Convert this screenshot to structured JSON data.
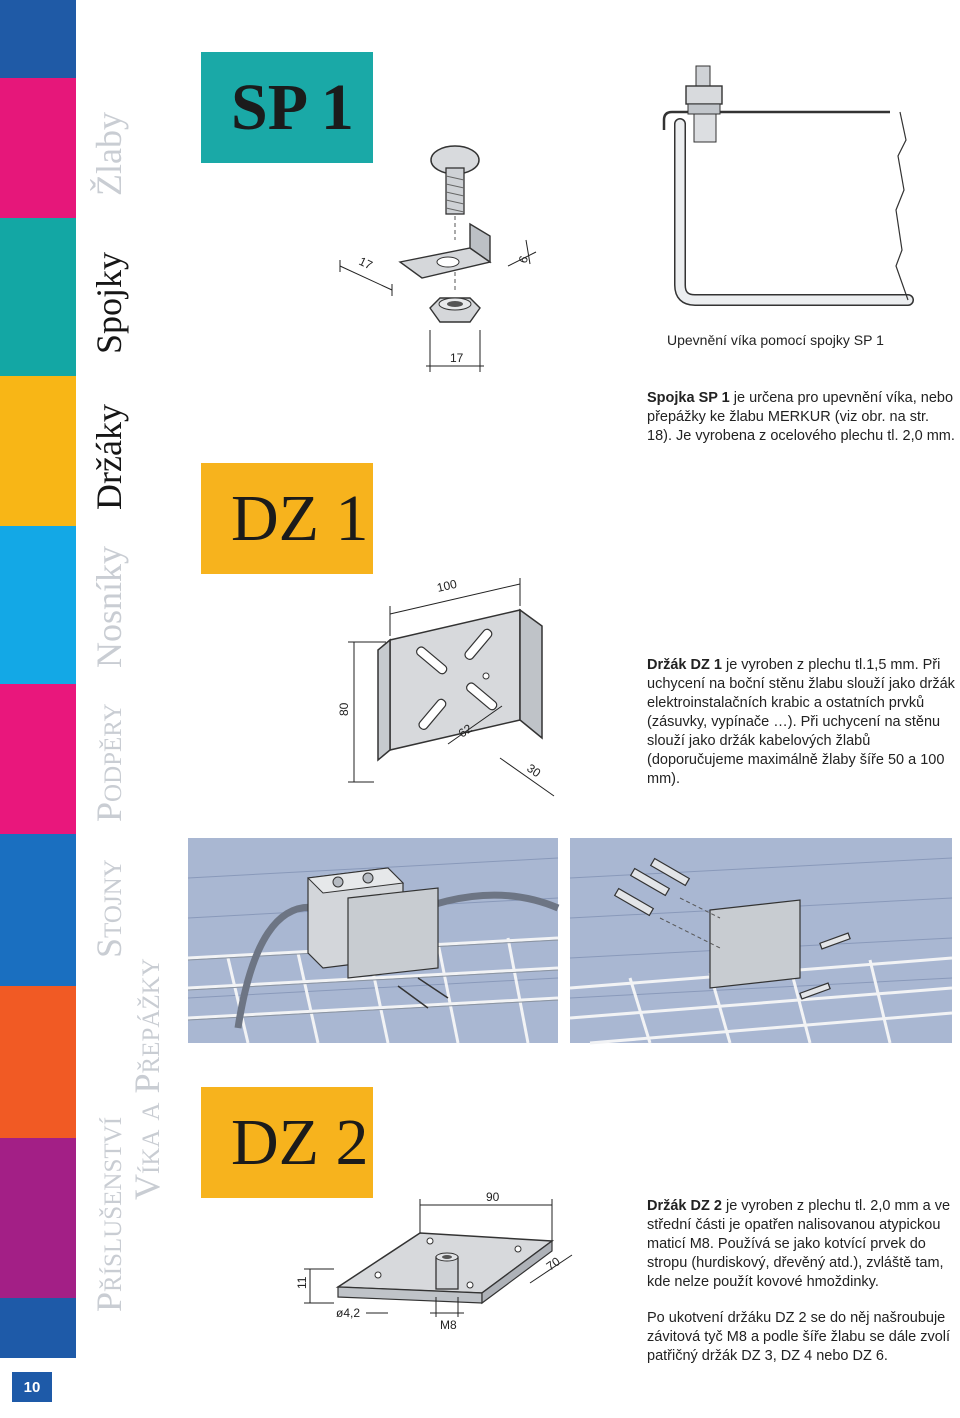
{
  "sidebar": {
    "page_number": "10",
    "nav": [
      {
        "label": "Žlaby",
        "active": false
      },
      {
        "label": "Spojky",
        "active": true
      },
      {
        "label": "Držáky",
        "active": true
      },
      {
        "label": "Nosníky",
        "active": false
      },
      {
        "label": "Podpěry",
        "active": false
      },
      {
        "label": "Stojny",
        "active": false
      },
      {
        "label": "Víka a Přepážky",
        "active": false
      },
      {
        "label": "Příslušenství",
        "active": false
      }
    ],
    "colors": [
      "#1f5aa6",
      "#e6177a",
      "#13a7a4",
      "#f8b616",
      "#13a8e6",
      "#e9177c",
      "#1a6fc0",
      "#f15a24",
      "#a31f86",
      "#1e5aa8"
    ]
  },
  "products": {
    "sp1": {
      "tag": "SP 1",
      "tag_color": "#1aa9a7",
      "caption": "Upevnění víka pomocí spojky SP 1",
      "name": "Spojka SP 1",
      "desc": " je určena pro upevnění víka, nebo přepážky ke žlabu MERKUR (viz obr. na str. 18). Je vyrobena z ocelového plechu tl. 2,0 mm.",
      "dims": {
        "d1": "17",
        "d2": "6",
        "d3": "17"
      }
    },
    "dz1": {
      "tag": "DZ 1",
      "tag_color": "#f7b31d",
      "name": "Držák DZ 1",
      "desc": " je vyroben z plechu tl.1,5 mm. Při uchycení na boční stěnu žlabu slouží jako držák elektroinstalačních krabic a ostatních prvků (zásuvky, vypínače …). Při uchycení na stěnu slouží jako držák kabelových žlabů (doporučujeme maximálně žlaby šíře 50 a 100 mm).",
      "dims": {
        "w": "100",
        "h": "80",
        "d": "62",
        "s": "30"
      }
    },
    "dz2": {
      "tag": "DZ 2",
      "tag_color": "#f7b31d",
      "name": "Držák DZ 2",
      "desc1": " je vyroben z plechu tl. 2,0 mm a ve střední části je opatřen nalisovanou atypickou maticí M8. Používá se jako kotvící prvek do stropu (hurdiskový, dřevěný atd.), zvláště tam, kde nelze použít kovové hmoždinky.",
      "desc2": "Po ukotvení držáku DZ 2 se do něj našroubuje závitová tyč M8 a podle šíře žlabu se dále zvolí patřičný držák DZ 3, DZ 4 nebo DZ 6.",
      "dims": {
        "w": "90",
        "d": "70",
        "t": "11",
        "hole": "ø4,2",
        "nut": "M8"
      }
    }
  }
}
